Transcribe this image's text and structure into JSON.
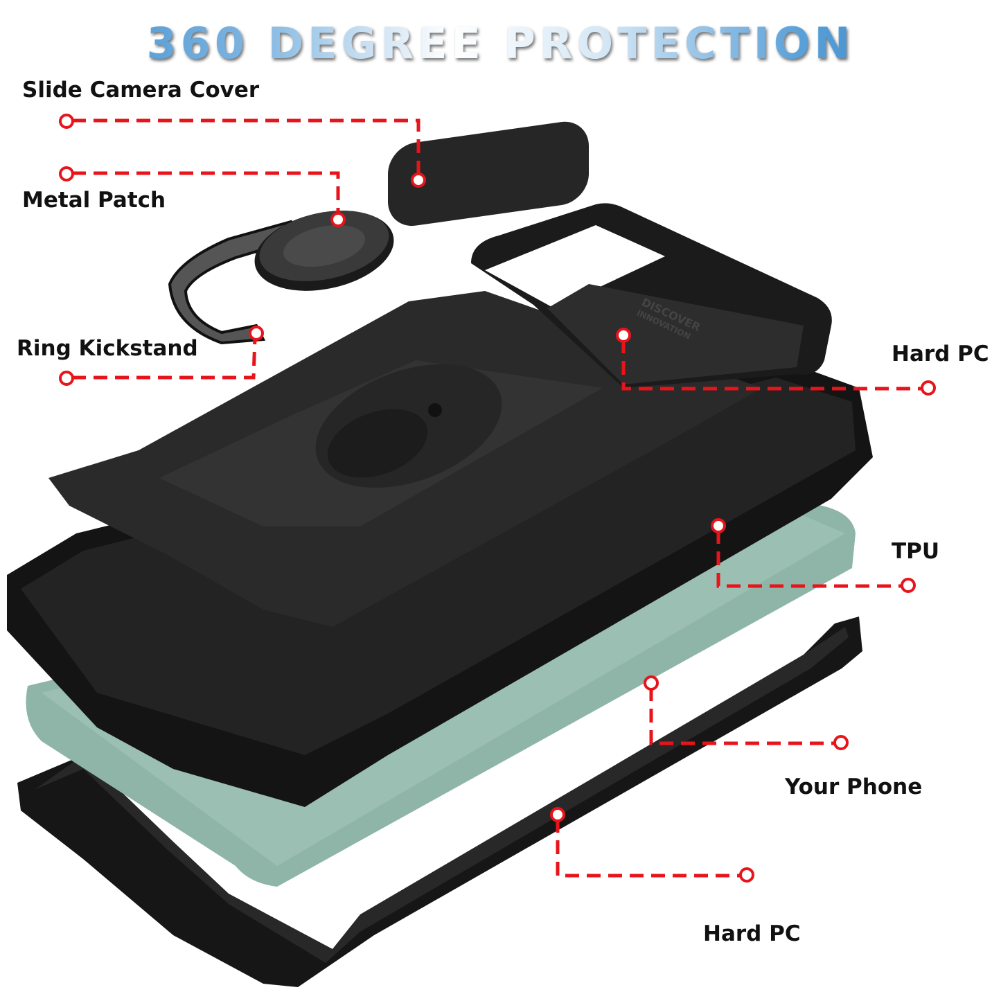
{
  "title": "360 DEGREE PROTECTION",
  "case_emboss": {
    "line1": "DISCOVER",
    "line2": "INNOVATION"
  },
  "callouts": [
    {
      "label": "Slide Camera Cover"
    },
    {
      "label": "Metal Patch"
    },
    {
      "label": "Ring Kickstand"
    },
    {
      "label": "Hard PC"
    },
    {
      "label": "TPU"
    },
    {
      "label": "Your Phone"
    },
    {
      "label": "Hard PC"
    }
  ],
  "colors": {
    "callout": "#e8141b",
    "case": "#1a1a1a",
    "phone": "#8fb5a8",
    "title_blue": "#2f86cc"
  }
}
